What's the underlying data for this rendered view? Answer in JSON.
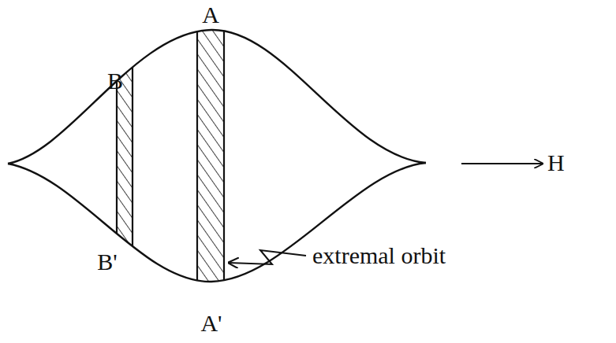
{
  "diagram": {
    "labels": [
      "A",
      "B",
      "B'",
      "A'",
      "H",
      "extremal orbit"
    ]
  }
}
